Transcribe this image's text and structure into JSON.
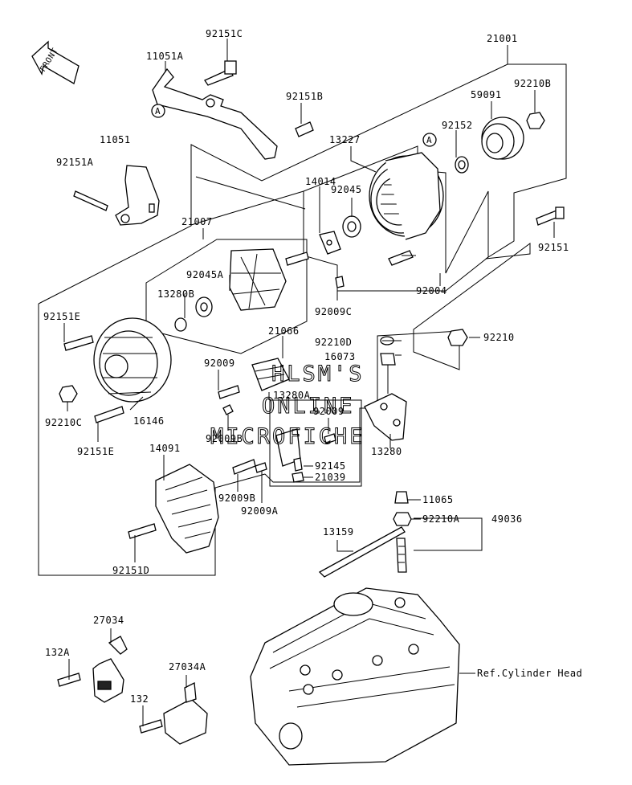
{
  "labels": {
    "p92151C": "92151C",
    "p11051A": "11051A",
    "p21001": "21001",
    "p92151B": "92151B",
    "p92210B": "92210B",
    "p59091": "59091",
    "p92152": "92152",
    "p13227": "13227",
    "p11051": "11051",
    "p92151A": "92151A",
    "p92045": "92045",
    "p14014": "14014",
    "p21007": "21007",
    "p92151": "92151",
    "p92045A": "92045A",
    "p13280B": "13280B",
    "p92004": "92004",
    "p92009C": "92009C",
    "p92151E_top": "92151E",
    "p92210D": "92210D",
    "p92210": "92210",
    "p21066": "21066",
    "p16073": "16073",
    "p92009": "92009",
    "p13280A": "13280A",
    "p92210C": "92210C",
    "p16146": "16146",
    "p92009B_top": "92009B",
    "p92009_right": "92009",
    "p92151E_bottom": "92151E",
    "p14091": "14091",
    "p13280": "13280",
    "p92145": "92145",
    "p21039": "21039",
    "p92009B_bottom": "92009B",
    "p92009A": "92009A",
    "p11065": "11065",
    "p92210A": "92210A",
    "p49036": "49036",
    "p13159": "13159",
    "p92151D": "92151D",
    "p27034": "27034",
    "p132A": "132A",
    "p27034A": "27034A",
    "p132": "132",
    "refCylinderHead": "Ref.Cylinder Head"
  },
  "callouts": {
    "a1": "A",
    "a2": "A"
  },
  "front_arrow": "FRONT",
  "watermark": {
    "line1": "HLSM'S",
    "line2": "ONLINE",
    "line3": "MICROFICHE"
  },
  "colors": {
    "ink": "#000000",
    "paper": "#ffffff"
  }
}
